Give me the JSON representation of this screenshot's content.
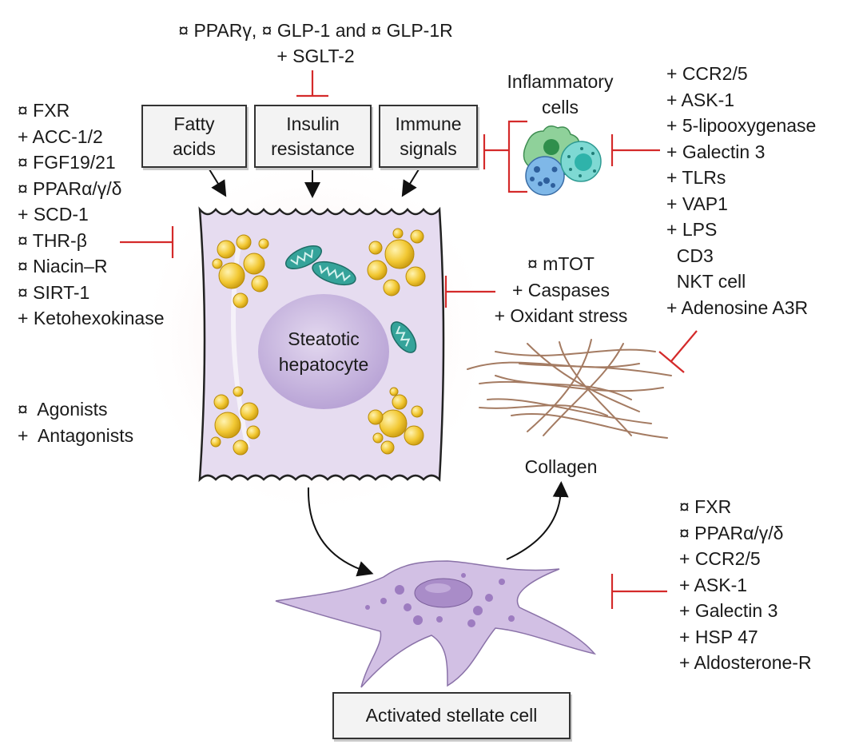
{
  "top_agents": {
    "line1": "¤ PPARγ, ¤ GLP-1 and ¤ GLP-1R",
    "line2": "+ SGLT-2"
  },
  "boxes": {
    "fatty_acids": [
      "Fatty",
      "acids"
    ],
    "insulin_resistance": [
      "Insulin",
      "resistance"
    ],
    "immune_signals": [
      "Immune",
      "signals"
    ],
    "stellate": "Activated stellate cell"
  },
  "inflammatory_cells_label": [
    "Inflammatory",
    "cells"
  ],
  "hepatocyte_label": [
    "Steatotic",
    "hepatocyte"
  ],
  "collagen_label": "Collagen",
  "left_targets": [
    "¤ FXR",
    "+ ACC-1/2",
    "¤ FGF19/21",
    "¤ PPARα/γ/δ",
    "+ SCD-1",
    "¤ THR-β",
    "¤ Niacin–R",
    "¤ SIRT-1",
    "+ Ketohexokinase"
  ],
  "legend": [
    "¤  Agonists",
    "+  Antagonists"
  ],
  "right_inflammatory_targets": [
    "+ CCR2/5",
    "+ ASK-1",
    "+ 5-lipooxygenase",
    "+ Galectin 3",
    "+ TLRs",
    "+ VAP1",
    "+ LPS",
    "  CD3",
    "  NKT cell",
    "+ Adenosine A3R"
  ],
  "middle_targets": [
    "¤ mTOT",
    "+ Caspases",
    "+ Oxidant stress"
  ],
  "stellate_targets": [
    "¤ FXR",
    "¤ PPARα/γ/δ",
    "+ CCR2/5",
    "+ ASK-1",
    "+ Galectin 3",
    "+ HSP 47",
    "+ Aldosterone-R"
  ],
  "colors": {
    "inhibit": "#d42a2a",
    "cell_fill": "#e6dcf0",
    "nucleus": "#c4b2dc",
    "lipid": "#f2c833",
    "mitochondria": "#35a39a",
    "collagen": "#a47b62",
    "stellate": "#d2c0e4"
  }
}
